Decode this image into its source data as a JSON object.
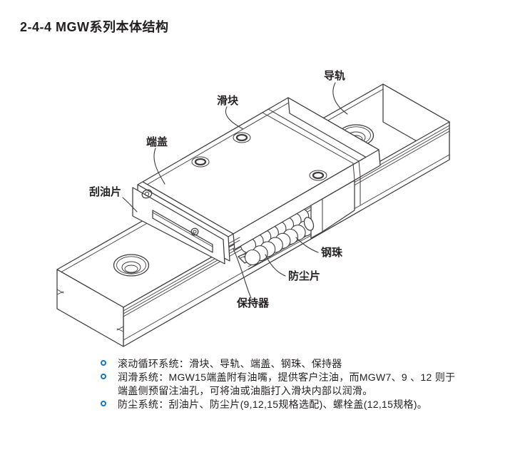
{
  "page": {
    "title": "2-4-4 MGW系列本体结构"
  },
  "figure": {
    "labels": {
      "rail": "导轨",
      "block": "滑块",
      "end_cap": "端盖",
      "oil_scraper": "刮油片",
      "steel_ball": "钢珠",
      "dust_plate": "防尘片",
      "retainer": "保持器"
    }
  },
  "bullets": {
    "items": [
      {
        "lines": [
          "滚动循环系统：滑块、导轨、端盖、钢珠、保持器"
        ]
      },
      {
        "lines": [
          "润滑系统：MGW15端盖附有油嘴，提供客户注油，而MGW7、9 、12 则于",
          "端盖侧预留注油孔，可将油或油脂打入滑块内部以润滑。"
        ]
      },
      {
        "lines": [
          "防尘系统：刮油片、防尘片(9,12,15规格选配)、螺栓盖(12,15规格)。"
        ]
      }
    ]
  },
  "colors": {
    "bullet_blue": "#1476bd",
    "line": "#3f3b3c",
    "text": "#231f20"
  }
}
